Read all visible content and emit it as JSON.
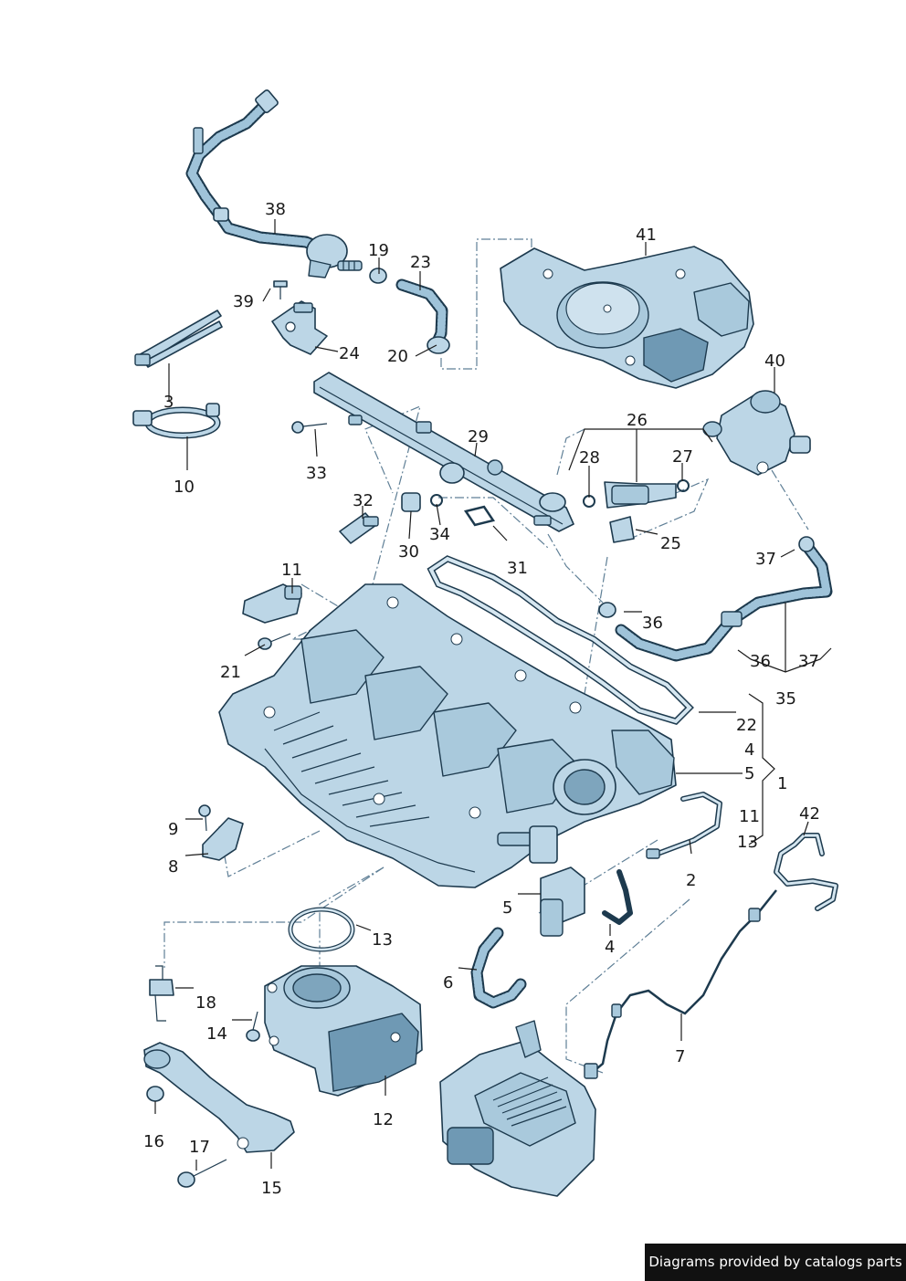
{
  "callouts": [
    {
      "id": "c38",
      "text": "38"
    },
    {
      "id": "c19",
      "text": "19"
    },
    {
      "id": "c23",
      "text": "23"
    },
    {
      "id": "c41",
      "text": "41"
    },
    {
      "id": "c39",
      "text": "39"
    },
    {
      "id": "c24",
      "text": "24"
    },
    {
      "id": "c20",
      "text": "20"
    },
    {
      "id": "c40",
      "text": "40"
    },
    {
      "id": "c3",
      "text": "3"
    },
    {
      "id": "c26",
      "text": "26"
    },
    {
      "id": "c29",
      "text": "29"
    },
    {
      "id": "c28",
      "text": "28"
    },
    {
      "id": "c27",
      "text": "27"
    },
    {
      "id": "c10",
      "text": "10"
    },
    {
      "id": "c33",
      "text": "33"
    },
    {
      "id": "c32",
      "text": "32"
    },
    {
      "id": "c34",
      "text": "34"
    },
    {
      "id": "c25",
      "text": "25"
    },
    {
      "id": "c30",
      "text": "30"
    },
    {
      "id": "c37a",
      "text": "37"
    },
    {
      "id": "c31",
      "text": "31"
    },
    {
      "id": "c11a",
      "text": "11"
    },
    {
      "id": "c36a",
      "text": "36"
    },
    {
      "id": "c21",
      "text": "21"
    },
    {
      "id": "c36b",
      "text": "36"
    },
    {
      "id": "c37b",
      "text": "37"
    },
    {
      "id": "c35",
      "text": "35"
    },
    {
      "id": "c22",
      "text": "22"
    },
    {
      "id": "c4a",
      "text": "4"
    },
    {
      "id": "c5a",
      "text": "5"
    },
    {
      "id": "c1",
      "text": "1"
    },
    {
      "id": "c11b",
      "text": "11"
    },
    {
      "id": "c13a",
      "text": "13"
    },
    {
      "id": "c42",
      "text": "42"
    },
    {
      "id": "c9",
      "text": "9"
    },
    {
      "id": "c8",
      "text": "8"
    },
    {
      "id": "c2",
      "text": "2"
    },
    {
      "id": "c5b",
      "text": "5"
    },
    {
      "id": "c13b",
      "text": "13"
    },
    {
      "id": "c4b",
      "text": "4"
    },
    {
      "id": "c6",
      "text": "6"
    },
    {
      "id": "c18",
      "text": "18"
    },
    {
      "id": "c14",
      "text": "14"
    },
    {
      "id": "c7",
      "text": "7"
    },
    {
      "id": "c12",
      "text": "12"
    },
    {
      "id": "c16",
      "text": "16"
    },
    {
      "id": "c17",
      "text": "17"
    },
    {
      "id": "c15",
      "text": "15"
    }
  ],
  "credit": "Diagrams provided by catalogs parts",
  "colors": {
    "part_fill": "#bcd6e6",
    "part_outline": "#1d3a4e",
    "credit_bg": "#111111"
  }
}
